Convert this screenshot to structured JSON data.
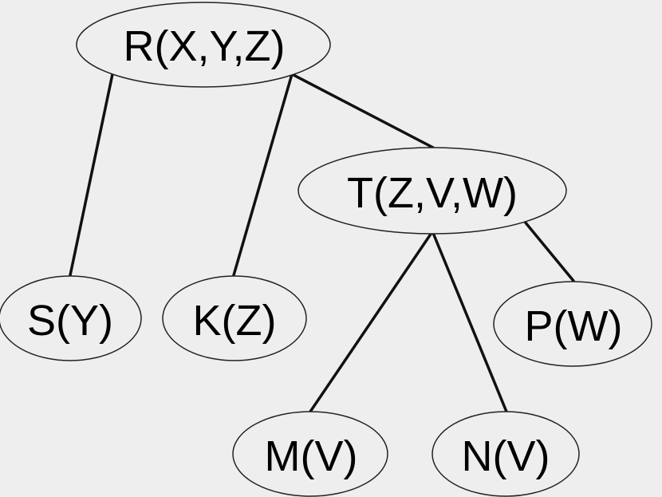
{
  "diagram": {
    "type": "tree",
    "nodes": [
      {
        "id": "R",
        "label": "R(X,Y,Z)"
      },
      {
        "id": "T",
        "label": "T(Z,V,W)"
      },
      {
        "id": "S",
        "label": "S(Y)"
      },
      {
        "id": "K",
        "label": "K(Z)"
      },
      {
        "id": "P",
        "label": "P(W)"
      },
      {
        "id": "M",
        "label": "M(V)"
      },
      {
        "id": "N",
        "label": "N(V)"
      }
    ],
    "edges": [
      {
        "from": "R",
        "to": "S"
      },
      {
        "from": "R",
        "to": "K"
      },
      {
        "from": "R",
        "to": "T"
      },
      {
        "from": "T",
        "to": "M"
      },
      {
        "from": "T",
        "to": "N"
      },
      {
        "from": "T",
        "to": "P"
      }
    ],
    "colors": {
      "background": "#eeeeee",
      "node_fill": "#eeeeee",
      "node_stroke": "#222222",
      "edge": "#111111",
      "text": "#000000"
    }
  }
}
